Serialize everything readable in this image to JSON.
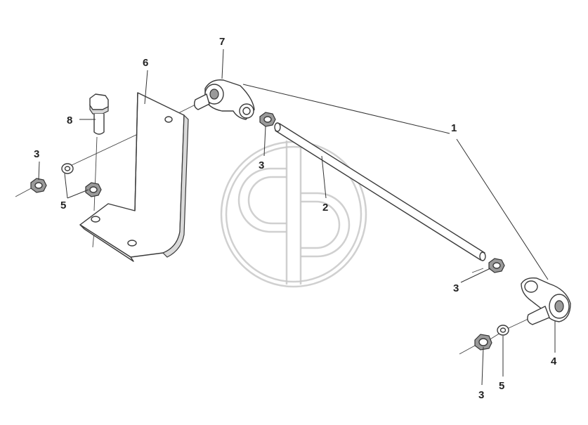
{
  "diagram": {
    "callouts": [
      "1",
      "2",
      "3",
      "3",
      "3",
      "3",
      "4",
      "5",
      "5",
      "6",
      "7",
      "8"
    ],
    "colors": {
      "line": "#3a3a3a",
      "watermark": "#c8c8c8",
      "background": "#ffffff"
    }
  }
}
